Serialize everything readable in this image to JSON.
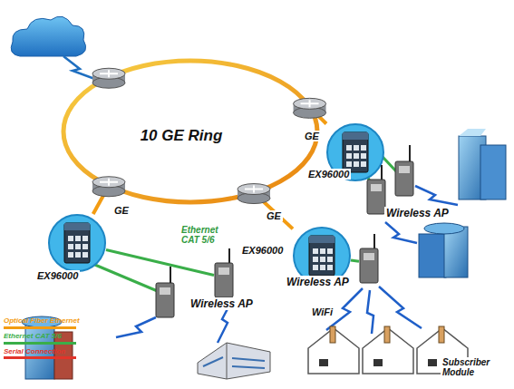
{
  "diagram": {
    "nodes": [
      {
        "text": [
          "10 GE Ring"
        ]
      },
      {
        "text": [
          "EX96000"
        ]
      },
      {
        "text": [
          "Wireless AP"
        ]
      },
      {
        "text": [
          "EX96000"
        ]
      },
      {
        "text": [
          "EX96000"
        ]
      },
      {
        "text": [
          "Wireless AP"
        ]
      },
      {
        "text": [
          "Wireless AP"
        ]
      }
    ],
    "edges": [
      {
        "from": 0,
        "to": 1,
        "arrow": "none",
        "label": "GE"
      },
      {
        "from": 0,
        "to": 3,
        "arrow": "none",
        "label": "GE"
      },
      {
        "from": 0,
        "to": 4,
        "arrow": "none",
        "label": "GE"
      },
      {
        "from": 1,
        "to": 2,
        "arrow": "none"
      },
      {
        "from": 3,
        "to": 6,
        "arrow": "none",
        "label": "Ethernet CAT 5/6"
      },
      {
        "from": 4,
        "to": 5,
        "arrow": "none"
      }
    ],
    "labels": [
      "WiFi",
      "Subscriber Module"
    ],
    "legend": [
      {
        "text": "Optical Fiber Ethernet",
        "color": "#f39c12"
      },
      {
        "text": "Ethernet CAT 5/6",
        "color": "#3aae49"
      },
      {
        "text": "Serial Connection",
        "color": "#e2342a"
      }
    ]
  }
}
